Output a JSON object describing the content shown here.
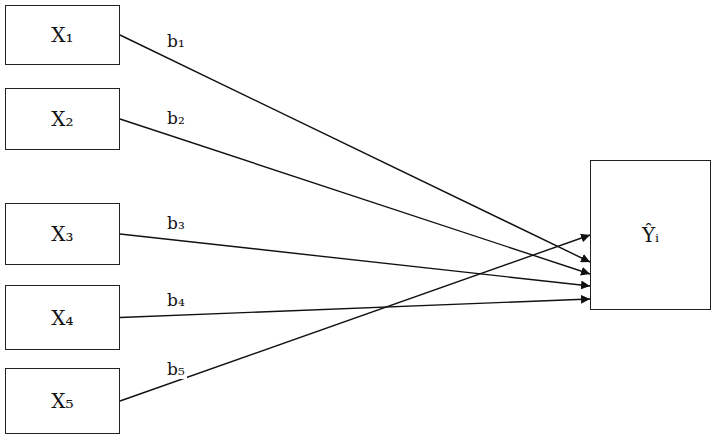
{
  "diagram": {
    "nodes": [
      {
        "text": [
          "X₁"
        ]
      },
      {
        "text": [
          "X₂"
        ]
      },
      {
        "text": [
          "X₃"
        ]
      },
      {
        "text": [
          "X₄"
        ]
      },
      {
        "text": [
          "X₅"
        ]
      },
      {
        "text": [
          "Ŷᵢ"
        ]
      }
    ],
    "edges": [
      {
        "from": 0,
        "to": 5,
        "arrow": "to",
        "label": "b₁"
      },
      {
        "from": 1,
        "to": 5,
        "arrow": "to",
        "label": "b₂"
      },
      {
        "from": 2,
        "to": 5,
        "arrow": "to",
        "label": "b₃"
      },
      {
        "from": 3,
        "to": 5,
        "arrow": "to",
        "label": "b₄"
      },
      {
        "from": 4,
        "to": 5,
        "arrow": "to",
        "label": "b₅"
      }
    ]
  }
}
